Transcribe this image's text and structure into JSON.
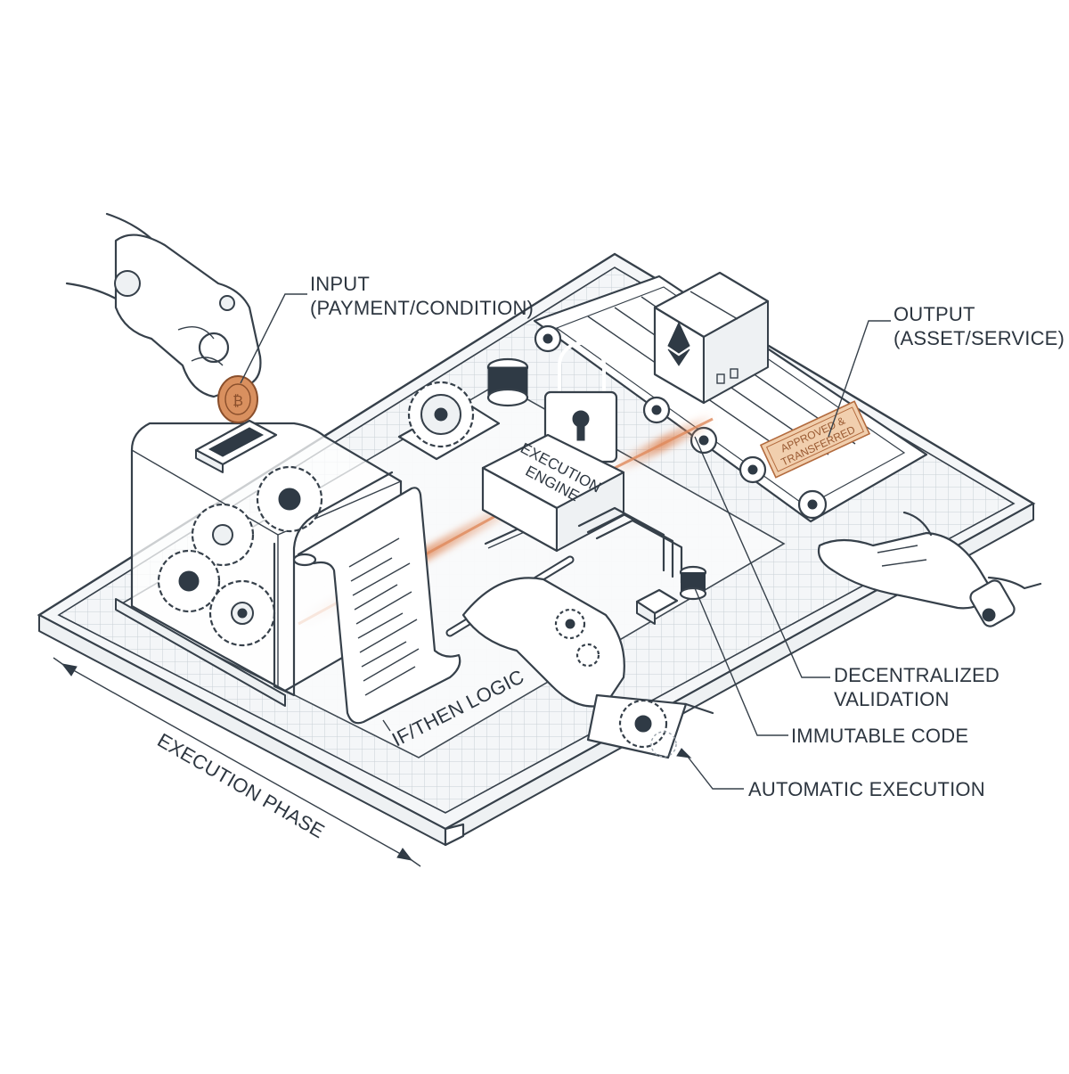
{
  "labels": {
    "input_line1": "INPUT",
    "input_line2": "(PAYMENT/CONDITION)",
    "output_line1": "OUTPUT",
    "output_line2": "(ASSET/SERVICE)",
    "engine_line1": "EXECUTION",
    "engine_line2": "ENGINE",
    "stamp_line1": "APPROVED &",
    "stamp_line2": "TRANSFERRED",
    "logic": "IF/THEN LOGIC",
    "validation_line1": "DECENTRALIZED",
    "validation_line2": "VALIDATION",
    "immutable": "IMMUTABLE CODE",
    "automatic": "AUTOMATIC EXECUTION",
    "phase": "EXECUTION PHASE"
  },
  "colors": {
    "ink": "#36404a",
    "accent": "#e08a5c",
    "coin": "#d9905f",
    "stamp": "#f1cfae",
    "grid": "#c9d0d6"
  }
}
